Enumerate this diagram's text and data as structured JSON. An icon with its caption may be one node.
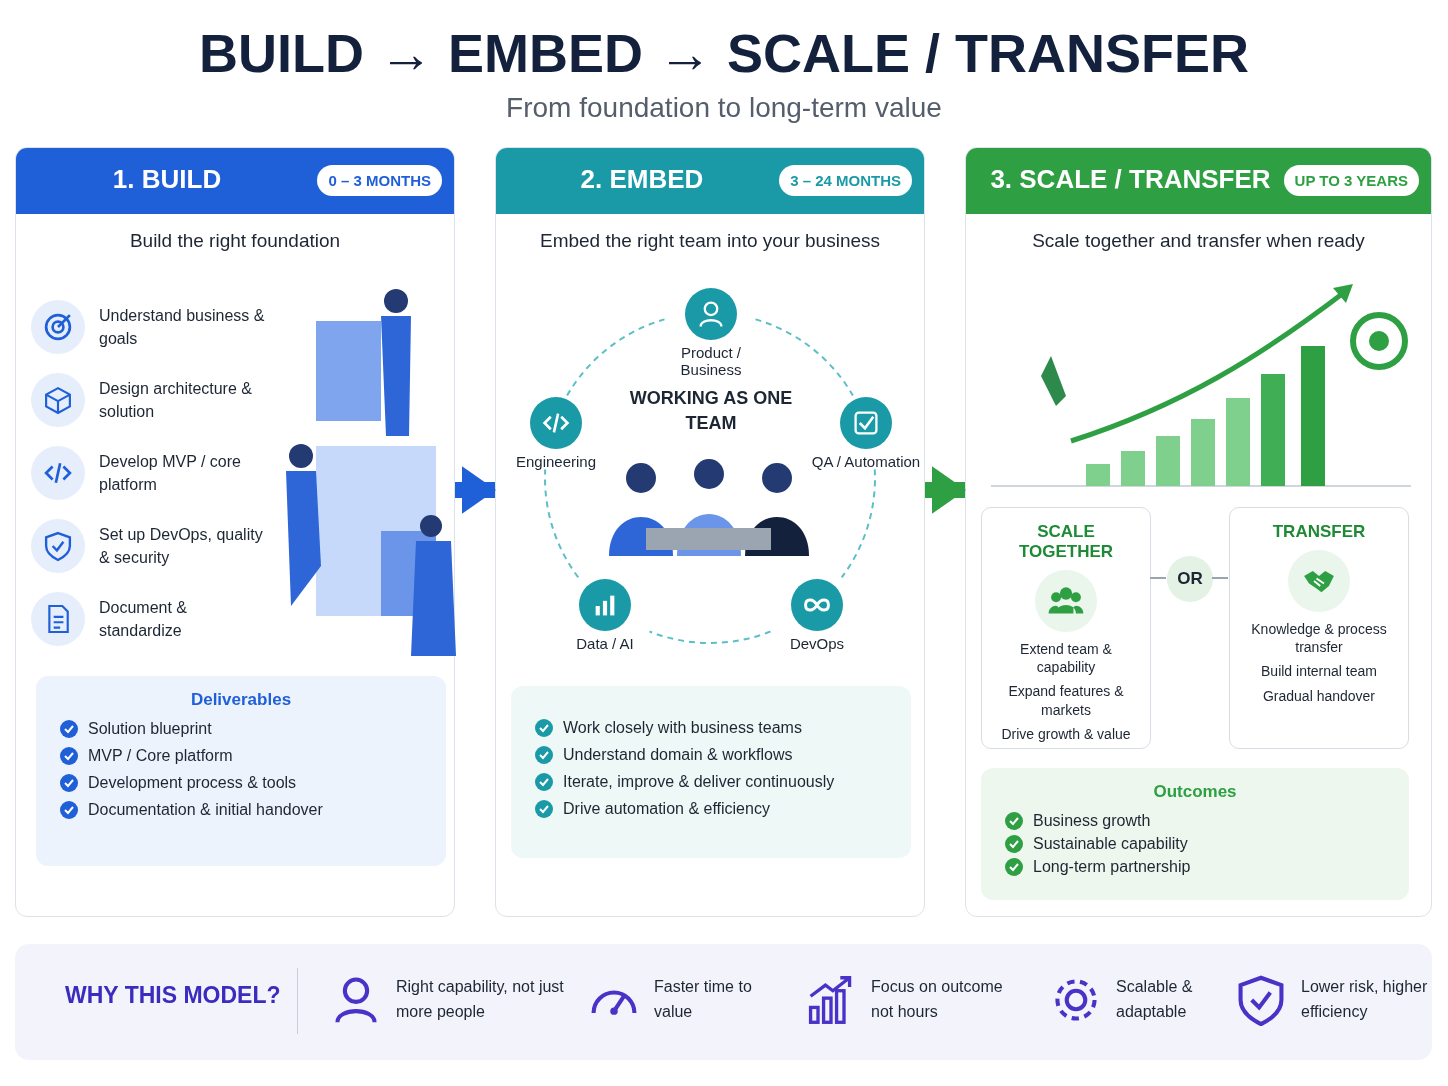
{
  "diagram": {
    "title": "BUILD → EMBED → SCALE / TRANSFER",
    "nodes": [
      {
        "text": [
          "1. BUILD",
          "0 – 3 MONTHS",
          "Build the right foundation"
        ]
      },
      {
        "text": [
          "Understand business & goals"
        ],
        "in": 0
      },
      {
        "text": [
          "Design architecture & solution"
        ],
        "in": 0
      },
      {
        "text": [
          "Develop MVP / core platform"
        ],
        "in": 0
      },
      {
        "text": [
          "Set up DevOps, quality & security"
        ],
        "in": 0
      },
      {
        "text": [
          "Document & standardize"
        ],
        "in": 0
      },
      {
        "text": [
          "Deliverables",
          "Solution blueprint",
          "MVP / Core platform",
          "Development process & tools",
          "Documentation & initial handover"
        ],
        "in": 0
      },
      {
        "text": [
          "2. EMBED",
          "3 – 24 MONTHS",
          "Embed the right team into your business"
        ]
      },
      {
        "text": [
          "WORKING AS ONE TEAM"
        ],
        "in": 7
      },
      {
        "text": [
          "Product / Business"
        ],
        "in": 7
      },
      {
        "text": [
          "QA / Automation"
        ],
        "in": 7
      },
      {
        "text": [
          "DevOps"
        ],
        "in": 7
      },
      {
        "text": [
          "Data / AI"
        ],
        "in": 7
      },
      {
        "text": [
          "Engineering"
        ],
        "in": 7
      },
      {
        "text": [
          "Work closely with business teams",
          "Understand domain & workflows",
          "Iterate, improve & deliver continuously",
          "Drive automation & efficiency"
        ],
        "in": 7
      },
      {
        "text": [
          "3. SCALE / TRANSFER",
          "UP TO 3 YEARS",
          "Scale together and transfer when ready"
        ]
      },
      {
        "text": [
          "SCALE TOGETHER",
          "Extend team & capability",
          "Expand features & markets",
          "Drive growth & value"
        ],
        "in": 15
      },
      {
        "text": [
          "OR"
        ],
        "in": 15
      },
      {
        "text": [
          "TRANSFER",
          "Knowledge & process transfer",
          "Build internal team",
          "Gradual handover"
        ],
        "in": 15
      },
      {
        "text": [
          "Outcomes",
          "Business growth",
          "Sustainable capability",
          "Long-term partnership"
        ],
        "in": 15
      },
      {
        "text": [
          "WHY THIS MODEL?"
        ]
      },
      {
        "text": [
          "Right capability, not just more people"
        ],
        "in": 20
      },
      {
        "text": [
          "Faster time to value"
        ],
        "in": 20
      },
      {
        "text": [
          "Focus on outcome not hours"
        ],
        "in": 20
      },
      {
        "text": [
          "Scalable & adaptable"
        ],
        "in": 20
      },
      {
        "text": [
          "Lower risk, higher efficiency"
        ],
        "in": 20
      }
    ],
    "edges": [
      {
        "from": 0,
        "to": 7,
        "arrow": "to",
        "style": "thick",
        "color": "#1f5fd8"
      },
      {
        "from": 7,
        "to": 15,
        "arrow": "to",
        "style": "thick",
        "color": "#2ea043"
      },
      {
        "from": 9,
        "to": 10,
        "arrow": "none",
        "style": "dashed"
      },
      {
        "from": 10,
        "to": 11,
        "arrow": "none",
        "style": "dashed"
      },
      {
        "from": 11,
        "to": 12,
        "arrow": "none",
        "style": "dashed"
      },
      {
        "from": 12,
        "to": 13,
        "arrow": "none",
        "style": "dashed"
      },
      {
        "from": 13,
        "to": 9,
        "arrow": "none",
        "style": "dashed"
      },
      {
        "from": 16,
        "to": 17,
        "arrow": "none",
        "color": "#9aa5b1"
      },
      {
        "from": 17,
        "to": 18,
        "arrow": "none",
        "color": "#9aa5b1"
      }
    ],
    "labels": [
      "From foundation to long-term value"
    ]
  }
}
